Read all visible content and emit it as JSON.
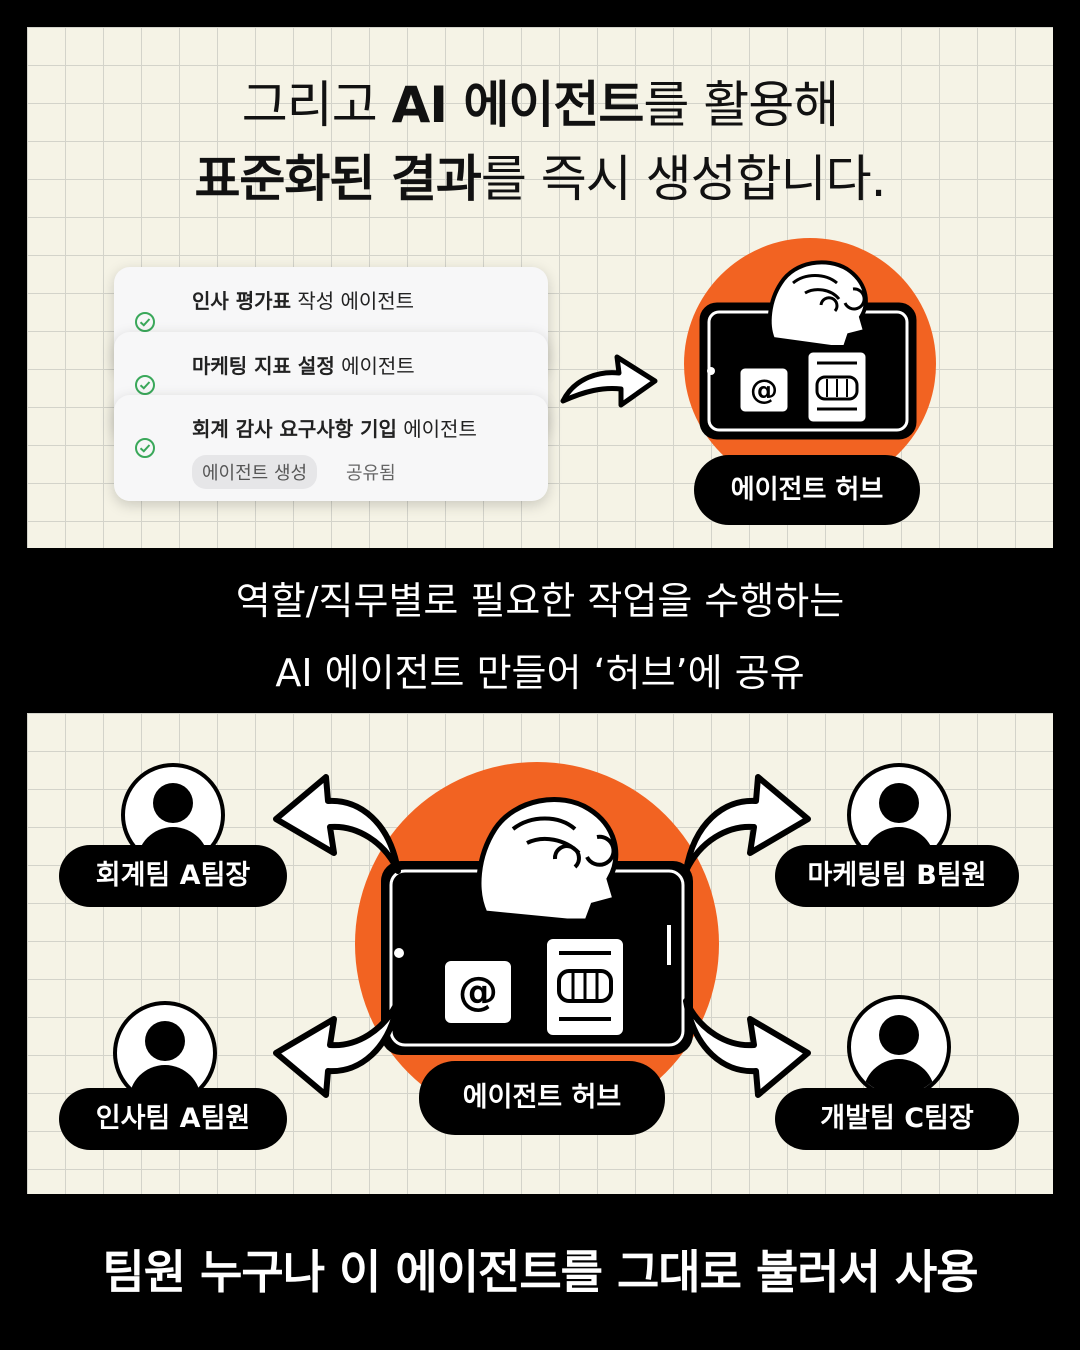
{
  "top_panel": {
    "headline_line1_a": "그리고 ",
    "headline_line1_bold": "AI 에이전트",
    "headline_line1_b": "를 활용해",
    "headline_line2_bold": "표준화된 결과",
    "headline_line2_b": "를 즉시 생성합니다.",
    "cards": [
      {
        "bold": "인사 평가표",
        "rest": " 작성 에이전트"
      },
      {
        "bold": "마케팅 지표 설정",
        "rest": " 에이전트"
      },
      {
        "bold": "회계 감사 요구사항 기입",
        "rest": " 에이전트",
        "chip": "에이전트 생성",
        "status": "공유됨"
      }
    ],
    "hub_label": "에이전트 허브"
  },
  "middle_caption": {
    "line1": "역할/직무별로 필요한 작업을 수행하는",
    "line2": "AI 에이전트 만들어 ‘허브’에 공유"
  },
  "bottom_panel": {
    "hub_label": "에이전트 허브",
    "users": {
      "top_left": "회계팀 A팀장",
      "bottom_left": "인사팀 A팀원",
      "top_right": "마케팅팀 B팀원",
      "bottom_right": "개발팀 C팀장"
    }
  },
  "footer": "팀원 누구나 이 에이전트를 그대로 불러서 사용",
  "colors": {
    "accent": "#f26322",
    "panel_bg": "#f5f3e6",
    "check": "#3aa85a"
  }
}
